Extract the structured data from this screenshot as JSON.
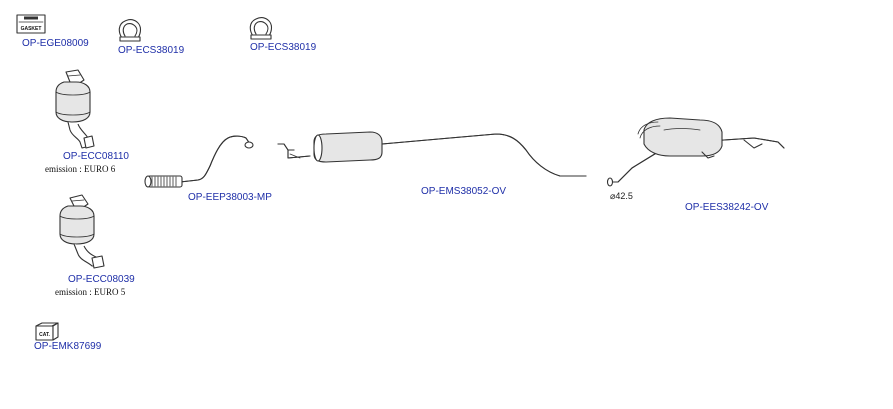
{
  "parts": [
    {
      "key": "gasket",
      "code": "OP-EGE08009",
      "icon_label": "GASKET",
      "icon": "gasket-icon"
    },
    {
      "key": "clamp_1",
      "code": "OP-ECS38019",
      "icon": "clamp-icon"
    },
    {
      "key": "clamp_2",
      "code": "OP-ECS38019",
      "icon": "clamp-icon"
    },
    {
      "key": "catalyst_euro6",
      "code": "OP-ECC08110",
      "emission": "emission : EURO 6",
      "icon": "catalytic-converter-icon"
    },
    {
      "key": "catalyst_euro5",
      "code": "OP-ECC08039",
      "emission": "emission : EURO 5",
      "icon": "catalytic-converter-icon"
    },
    {
      "key": "mounting_kit",
      "code": "OP-EMK87699",
      "icon_label": "CAT.",
      "icon": "mounting-kit-icon"
    },
    {
      "key": "front_pipe",
      "code": "OP-EEP38003-MP",
      "icon": "flex-front-pipe-icon"
    },
    {
      "key": "middle_silencer",
      "code": "OP-EMS38052-OV",
      "icon": "middle-silencer-icon"
    },
    {
      "key": "rear_silencer",
      "code": "OP-EES38242-OV",
      "diameter": "⌀42.5",
      "icon": "rear-silencer-icon"
    }
  ],
  "colors": {
    "code_link": "#1f2fa8",
    "line": "#333333"
  }
}
